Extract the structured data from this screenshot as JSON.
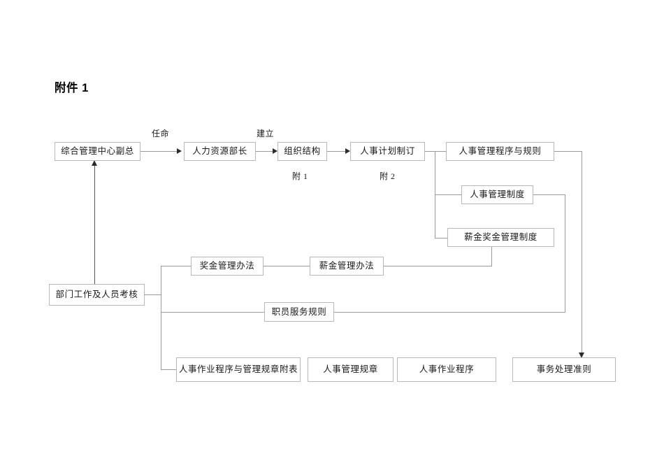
{
  "document": {
    "title": "附件 1"
  },
  "diagram": {
    "type": "flowchart",
    "nodes": [
      {
        "id": "n1",
        "label": "综合管理中心副总"
      },
      {
        "id": "n2",
        "label": "人力资源部长"
      },
      {
        "id": "n3",
        "label": "组织结构"
      },
      {
        "id": "n4",
        "label": "人事计划制订"
      },
      {
        "id": "n5",
        "label": "人事管理程序与规则"
      },
      {
        "id": "n6",
        "label": "人事管理制度"
      },
      {
        "id": "n7",
        "label": "薪金奖金管理制度"
      },
      {
        "id": "n8",
        "label": "奖金管理办法"
      },
      {
        "id": "n9",
        "label": "薪金管理办法"
      },
      {
        "id": "n10",
        "label": "部门工作及人员考核"
      },
      {
        "id": "n11",
        "label": "职员服务规则"
      },
      {
        "id": "n12",
        "label": "人事作业程序与管理规章附表"
      },
      {
        "id": "n13",
        "label": "人事管理规章"
      },
      {
        "id": "n14",
        "label": "人事作业程序"
      },
      {
        "id": "n15",
        "label": "事务处理准则"
      }
    ],
    "edge_labels": [
      {
        "id": "e1",
        "label": "任命"
      },
      {
        "id": "e2",
        "label": "建立"
      }
    ],
    "notes": [
      {
        "id": "a1",
        "label": "附 1"
      },
      {
        "id": "a2",
        "label": "附 2"
      }
    ],
    "colors": {
      "box_border": "#b8b8b8",
      "connector": "#9a9a9a",
      "arrow": "#2b2b2b",
      "text": "#1a1a1a",
      "background": "#ffffff"
    }
  }
}
